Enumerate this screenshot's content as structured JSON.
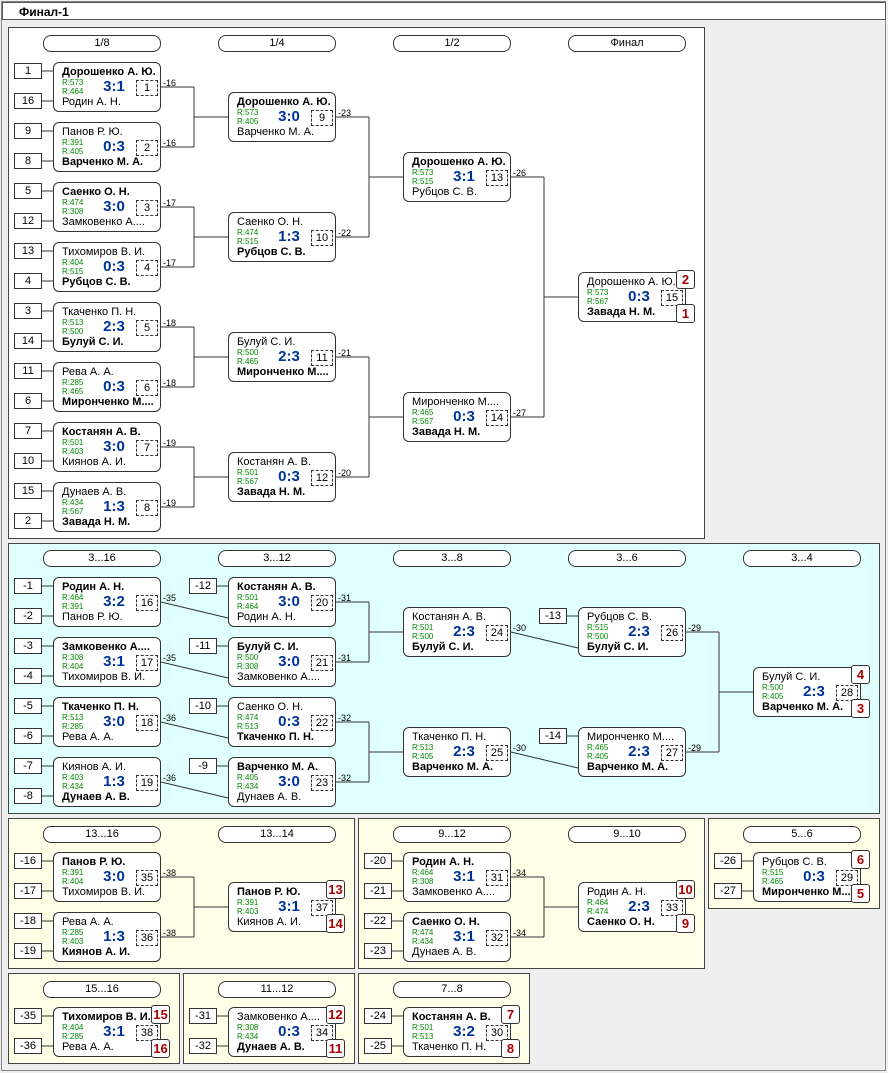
{
  "window_title": "Финал-1",
  "captions": [
    "1/8",
    "1/4",
    "1/2",
    "Финал",
    "3...16",
    "3...12",
    "3...8",
    "3...6",
    "3...4",
    "13...16",
    "13...14",
    "9...12",
    "9...10",
    "5...6",
    "15...16",
    "11...12",
    "7...8"
  ],
  "matches": [
    {
      "id": "m1",
      "p1": "Дорошенко А. Ю.",
      "p2": "Родин А. Н.",
      "r1": "R:573",
      "r2": "R:464",
      "score": "3:1",
      "no": "1",
      "w": 1
    },
    {
      "id": "m2",
      "p1": "Панов Р. Ю.",
      "p2": "Варченко М. А.",
      "r1": "R:391",
      "r2": "R:405",
      "score": "0:3",
      "no": "2",
      "w": 2
    },
    {
      "id": "m3",
      "p1": "Саенко О. Н.",
      "p2": "Замковенко А....",
      "r1": "R:474",
      "r2": "R:308",
      "score": "3:0",
      "no": "3",
      "w": 1
    },
    {
      "id": "m4",
      "p1": "Тихомиров В. И.",
      "p2": "Рубцов С. В.",
      "r1": "R:404",
      "r2": "R:515",
      "score": "0:3",
      "no": "4",
      "w": 2
    },
    {
      "id": "m5",
      "p1": "Ткаченко П. Н.",
      "p2": "Булуй С. И.",
      "r1": "R:513",
      "r2": "R:500",
      "score": "2:3",
      "no": "5",
      "w": 2
    },
    {
      "id": "m6",
      "p1": "Рева А. А.",
      "p2": "Миронченко М....",
      "r1": "R:285",
      "r2": "R:465",
      "score": "0:3",
      "no": "6",
      "w": 2
    },
    {
      "id": "m7",
      "p1": "Костанян А. В.",
      "p2": "Киянов А. И.",
      "r1": "R:501",
      "r2": "R:403",
      "score": "3:0",
      "no": "7",
      "w": 1
    },
    {
      "id": "m8",
      "p1": "Дунаев А. В.",
      "p2": "Завада Н. М.",
      "r1": "R:434",
      "r2": "R:567",
      "score": "1:3",
      "no": "8",
      "w": 2
    },
    {
      "id": "m9",
      "p1": "Дорошенко А. Ю.",
      "p2": "Варченко М. А.",
      "r1": "R:573",
      "r2": "R:405",
      "score": "3:0",
      "no": "9",
      "w": 1
    },
    {
      "id": "m10",
      "p1": "Саенко О. Н.",
      "p2": "Рубцов С. В.",
      "r1": "R:474",
      "r2": "R:515",
      "score": "1:3",
      "no": "10",
      "w": 2
    },
    {
      "id": "m11",
      "p1": "Булуй С. И.",
      "p2": "Миронченко М....",
      "r1": "R:500",
      "r2": "R:465",
      "score": "2:3",
      "no": "11",
      "w": 2
    },
    {
      "id": "m12",
      "p1": "Костанян А. В.",
      "p2": "Завада Н. М.",
      "r1": "R:501",
      "r2": "R:567",
      "score": "0:3",
      "no": "12",
      "w": 2
    },
    {
      "id": "m13",
      "p1": "Дорошенко А. Ю.",
      "p2": "Рубцов С. В.",
      "r1": "R:573",
      "r2": "R:515",
      "score": "3:1",
      "no": "13",
      "w": 1
    },
    {
      "id": "m14",
      "p1": "Миронченко М....",
      "p2": "Завада Н. М.",
      "r1": "R:465",
      "r2": "R:567",
      "score": "0:3",
      "no": "14",
      "w": 2
    },
    {
      "id": "m15",
      "p1": "Дорошенко А. Ю.",
      "p2": "Завада Н. М.",
      "r1": "R:573",
      "r2": "R:567",
      "score": "0:3",
      "no": "15",
      "w": 2
    },
    {
      "id": "m16",
      "p1": "Родин А. Н.",
      "p2": "Панов Р. Ю.",
      "r1": "R:464",
      "r2": "R:391",
      "score": "3:2",
      "no": "16",
      "w": 1
    },
    {
      "id": "m17",
      "p1": "Замковенко А....",
      "p2": "Тихомиров В. И.",
      "r1": "R:308",
      "r2": "R:404",
      "score": "3:1",
      "no": "17",
      "w": 1
    },
    {
      "id": "m18",
      "p1": "Ткаченко П. Н.",
      "p2": "Рева А. А.",
      "r1": "R:513",
      "r2": "R:285",
      "score": "3:0",
      "no": "18",
      "w": 1
    },
    {
      "id": "m19",
      "p1": "Киянов А. И.",
      "p2": "Дунаев А. В.",
      "r1": "R:403",
      "r2": "R:434",
      "score": "1:3",
      "no": "19",
      "w": 2
    },
    {
      "id": "m20",
      "p1": "Костанян А. В.",
      "p2": "Родин А. Н.",
      "r1": "R:501",
      "r2": "R:464",
      "score": "3:0",
      "no": "20",
      "w": 1
    },
    {
      "id": "m21",
      "p1": "Булуй С. И.",
      "p2": "Замковенко А....",
      "r1": "R:500",
      "r2": "R:308",
      "score": "3:0",
      "no": "21",
      "w": 1
    },
    {
      "id": "m22",
      "p1": "Саенко О. Н.",
      "p2": "Ткаченко П. Н.",
      "r1": "R:474",
      "r2": "R:513",
      "score": "0:3",
      "no": "22",
      "w": 2
    },
    {
      "id": "m23",
      "p1": "Варченко М. А.",
      "p2": "Дунаев А. В.",
      "r1": "R:405",
      "r2": "R:434",
      "score": "3:0",
      "no": "23",
      "w": 1
    },
    {
      "id": "m24",
      "p1": "Костанян А. В.",
      "p2": "Булуй С. И.",
      "r1": "R:501",
      "r2": "R:500",
      "score": "2:3",
      "no": "24",
      "w": 2
    },
    {
      "id": "m25",
      "p1": "Ткаченко П. Н.",
      "p2": "Варченко М. А.",
      "r1": "R:513",
      "r2": "R:405",
      "score": "2:3",
      "no": "25",
      "w": 2
    },
    {
      "id": "m26",
      "p1": "Рубцов С. В.",
      "p2": "Булуй С. И.",
      "r1": "R:515",
      "r2": "R:500",
      "score": "2:3",
      "no": "26",
      "w": 2
    },
    {
      "id": "m27",
      "p1": "Миронченко М....",
      "p2": "Варченко М. А.",
      "r1": "R:465",
      "r2": "R:405",
      "score": "2:3",
      "no": "27",
      "w": 2
    },
    {
      "id": "m28",
      "p1": "Булуй С. И.",
      "p2": "Варченко М. А.",
      "r1": "R:500",
      "r2": "R:405",
      "score": "2:3",
      "no": "28",
      "w": 2
    },
    {
      "id": "m29",
      "p1": "Рубцов С. В.",
      "p2": "Миронченко М....",
      "r1": "R:515",
      "r2": "R:465",
      "score": "0:3",
      "no": "29",
      "w": 2
    },
    {
      "id": "m30",
      "p1": "Костанян А. В.",
      "p2": "Ткаченко П. Н.",
      "r1": "R:501",
      "r2": "R:513",
      "score": "3:2",
      "no": "30",
      "w": 1
    },
    {
      "id": "m31",
      "p1": "Родин А. Н.",
      "p2": "Замковенко А....",
      "r1": "R:464",
      "r2": "R:308",
      "score": "3:1",
      "no": "31",
      "w": 1
    },
    {
      "id": "m32",
      "p1": "Саенко О. Н.",
      "p2": "Дунаев А. В.",
      "r1": "R:474",
      "r2": "R:434",
      "score": "3:1",
      "no": "32",
      "w": 1
    },
    {
      "id": "m33",
      "p1": "Родин А. Н.",
      "p2": "Саенко О. Н.",
      "r1": "R:464",
      "r2": "R:474",
      "score": "2:3",
      "no": "33",
      "w": 2
    },
    {
      "id": "m34",
      "p1": "Замковенко А....",
      "p2": "Дунаев А. В.",
      "r1": "R:308",
      "r2": "R:434",
      "score": "0:3",
      "no": "34",
      "w": 2
    },
    {
      "id": "m35",
      "p1": "Панов Р. Ю.",
      "p2": "Тихомиров В. И.",
      "r1": "R:391",
      "r2": "R:404",
      "score": "3:0",
      "no": "35",
      "w": 1
    },
    {
      "id": "m36",
      "p1": "Рева А. А.",
      "p2": "Киянов А. И.",
      "r1": "R:285",
      "r2": "R:403",
      "score": "1:3",
      "no": "36",
      "w": 2
    },
    {
      "id": "m37",
      "p1": "Панов Р. Ю.",
      "p2": "Киянов А. И.",
      "r1": "R:391",
      "r2": "R:403",
      "score": "3:1",
      "no": "37",
      "w": 1
    },
    {
      "id": "m38",
      "p1": "Тихомиров В. И.",
      "p2": "Рева А. А.",
      "r1": "R:404",
      "r2": "R:285",
      "score": "3:1",
      "no": "38",
      "w": 1
    }
  ],
  "seeds": [
    "1",
    "16",
    "9",
    "8",
    "5",
    "12",
    "13",
    "4",
    "3",
    "14",
    "11",
    "6",
    "7",
    "10",
    "15",
    "2",
    "-1",
    "-2",
    "-3",
    "-4",
    "-5",
    "-6",
    "-7",
    "-8",
    "-12",
    "-11",
    "-10",
    "-9",
    "-13",
    "-14",
    "-16",
    "-17",
    "-18",
    "-19",
    "-20",
    "-21",
    "-22",
    "-23",
    "-26",
    "-27",
    "-35",
    "-36",
    "-31",
    "-32",
    "-24",
    "-25"
  ],
  "places": [
    "2",
    "1",
    "4",
    "3",
    "13",
    "14",
    "10",
    "9",
    "6",
    "5",
    "15",
    "16",
    "12",
    "11",
    "7",
    "8"
  ],
  "losers": [
    "-16",
    "-16",
    "-17",
    "-17",
    "-18",
    "-18",
    "-19",
    "-19",
    "-23",
    "-22",
    "-21",
    "-20",
    "-26",
    "-27",
    "-35",
    "-35",
    "-36",
    "-36",
    "-31",
    "-31",
    "-32",
    "-32",
    "-30",
    "-30",
    "-29",
    "-29",
    "-38",
    "-38",
    "-34",
    "-34"
  ]
}
